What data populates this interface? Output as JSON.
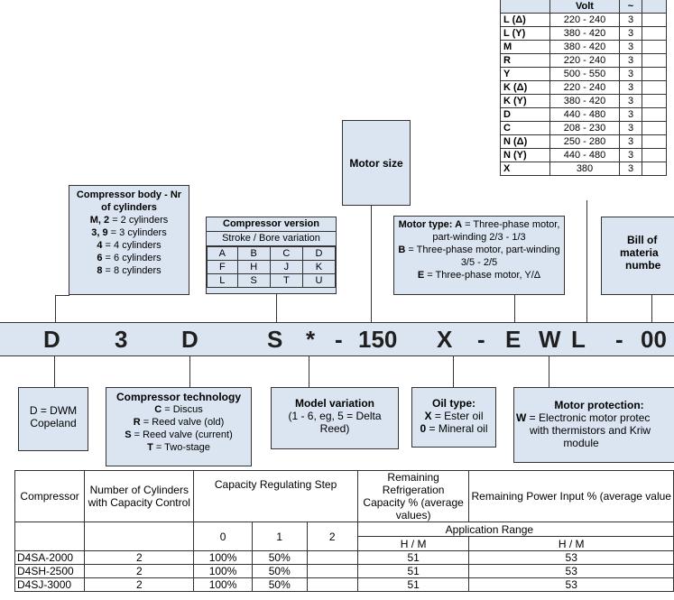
{
  "voltage_table": {
    "headers": [
      "",
      "Volt",
      "~",
      ""
    ],
    "rows": [
      [
        "L (Δ)",
        "220 - 240",
        "3"
      ],
      [
        "L (Y)",
        "380 - 420",
        "3"
      ],
      [
        "M",
        "380 - 420",
        "3"
      ],
      [
        "R",
        "220 - 240",
        "3"
      ],
      [
        "Y",
        "500 - 550",
        "3"
      ],
      [
        "K (Δ)",
        "220 - 240",
        "3"
      ],
      [
        "K (Y)",
        "380 - 420",
        "3"
      ],
      [
        "D",
        "440 - 480",
        "3"
      ],
      [
        "C",
        "208 - 230",
        "3"
      ],
      [
        "N (Δ)",
        "250 - 280",
        "3"
      ],
      [
        "N (Y)",
        "440 - 480",
        "3"
      ],
      [
        "X",
        "380",
        "3"
      ]
    ]
  },
  "motor_size": {
    "label": "Motor size"
  },
  "compressor_body": {
    "title": "Compressor body - Nr of cylinders",
    "lines": [
      {
        "k": "M, 2",
        "v": " = 2 cylinders"
      },
      {
        "k": "3, 9",
        "v": " = 3 cylinders"
      },
      {
        "k": "4",
        "v": " = 4 cylinders"
      },
      {
        "k": "6",
        "v": " = 6 cylinders"
      },
      {
        "k": "8",
        "v": " = 8 cylinders"
      }
    ]
  },
  "compressor_version": {
    "title": "Compressor version",
    "subtitle": "Stroke / Bore variation",
    "grid": [
      [
        "A",
        "B",
        "C",
        "D"
      ],
      [
        "F",
        "H",
        "J",
        "K"
      ],
      [
        "L",
        "S",
        "T",
        "U"
      ]
    ]
  },
  "motor_type": {
    "a_label": "Motor type: A",
    "a_text": " = Three-phase motor, part-winding 2/3 - 1/3",
    "b_label": "B",
    "b_text": " = Three-phase motor, part-winding 3/5 - 2/5",
    "e_label": "E",
    "e_text": " = Three-phase motor, Y/Δ"
  },
  "bill_of_material": {
    "line1": "Bill of",
    "line2": "materia",
    "line3": "numbe"
  },
  "model_code": [
    "D",
    "3",
    "D",
    "S",
    "*",
    "-",
    "150",
    "X",
    "-",
    "E",
    "W",
    "L",
    "-",
    "00"
  ],
  "dwm": {
    "line1": "D = DWM",
    "line2": "Copeland"
  },
  "compressor_technology": {
    "title": "Compressor technology",
    "lines": [
      {
        "k": "C",
        "v": " = Discus"
      },
      {
        "k": "R",
        "v": " = Reed valve (old)"
      },
      {
        "k": "S",
        "v": " = Reed valve (current)"
      },
      {
        "k": "T",
        "v": " = Two-stage"
      }
    ]
  },
  "model_variation": {
    "title": "Model variation",
    "text": "(1 - 6, eg, 5 = Delta Reed)"
  },
  "oil_type": {
    "title": "Oil type:",
    "lines": [
      {
        "k": "X",
        "v": " = Ester oil"
      },
      {
        "k": "0",
        "v": " = Mineral oil"
      }
    ]
  },
  "motor_protection": {
    "title": "Motor protection:",
    "w_label": "W",
    "w_text": " = Electronic motor protec",
    "line2": "with thermistors and Kriw",
    "line3": "module"
  },
  "main_table": {
    "h_compressor": "Compressor",
    "h_cylinders": "Number of Cylinders with Capacity Control",
    "h_step": "Capacity Regulating Step",
    "h_refrig": "Remaining Refrigeration Capacity % (average values)",
    "h_power": "Remaining Power Input % (average value",
    "steps": [
      "0",
      "1",
      "2"
    ],
    "app_range": "Application Range",
    "hm1": "H / M",
    "hm2": "H / M",
    "rows": [
      {
        "model": "D4SA-2000",
        "cyl": "2",
        "s0": "100%",
        "s1": "50%",
        "s2": "",
        "rc": "51",
        "pi": "53"
      },
      {
        "model": "D4SH-2500",
        "cyl": "2",
        "s0": "100%",
        "s1": "50%",
        "s2": "",
        "rc": "51",
        "pi": "53"
      },
      {
        "model": "D4SJ-3000",
        "cyl": "2",
        "s0": "100%",
        "s1": "50%",
        "s2": "",
        "rc": "51",
        "pi": "53"
      }
    ]
  }
}
